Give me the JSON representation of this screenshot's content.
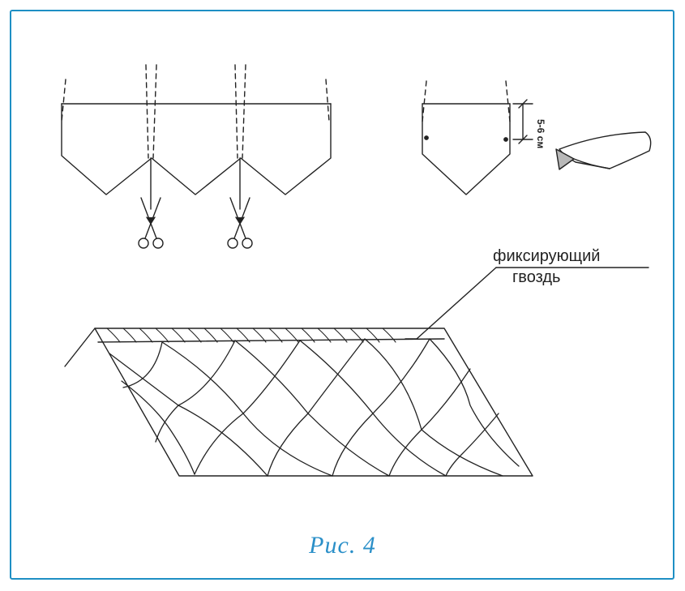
{
  "figure": {
    "caption": "Рис. 4",
    "frame_color": "#1e8fc4",
    "caption_color": "#2a8fc8"
  },
  "labels": {
    "nail_line1": "фиксирующий",
    "nail_line2": "гвоздь",
    "dimension": "5-6 см"
  },
  "icons": [
    "scissors-icon",
    "scissors-icon"
  ]
}
